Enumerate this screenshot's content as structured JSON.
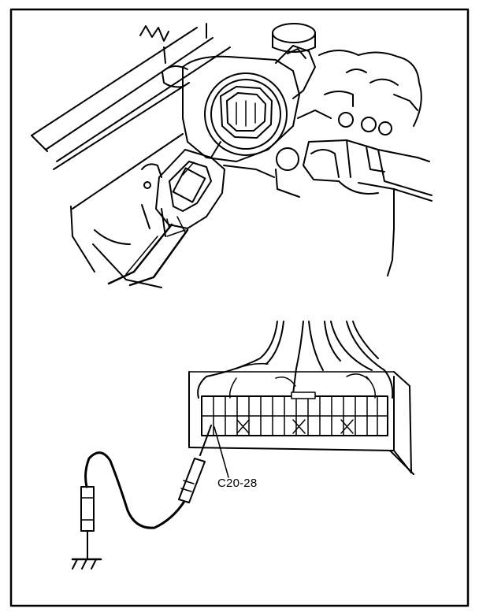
{
  "figure": {
    "callout_label": "C20-28",
    "ink_color": "#000000",
    "paper_color": "#ffffff",
    "parts": {
      "top_view": "engine-sensor-connector",
      "bottom_view": "ecu-connector-with-voltmeter-probe",
      "ground": "ground-symbol"
    }
  }
}
